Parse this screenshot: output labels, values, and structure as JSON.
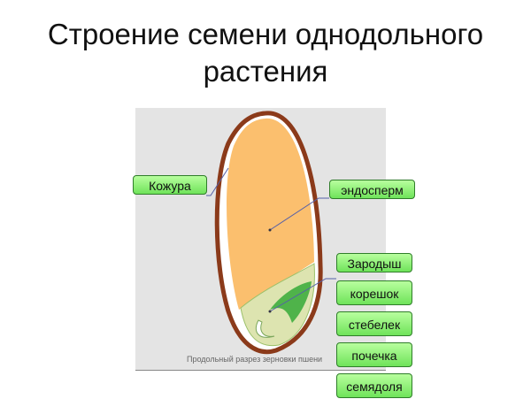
{
  "title": "Строение семени однодольного растения",
  "caption": "Продольный разрез зерновки пшени",
  "labels": {
    "husk": "Кожура",
    "endosperm": "эндосперм",
    "embryo": "Зародыш",
    "root": "корешок",
    "stem": "стебелек",
    "bud": "почечка",
    "cotyledon": "семядоля"
  },
  "colors": {
    "husk": "#8b3a1a",
    "endosperm": "#fbbf6e",
    "embryo": "#d8e0a8",
    "label_fill": "#7fe86a"
  }
}
